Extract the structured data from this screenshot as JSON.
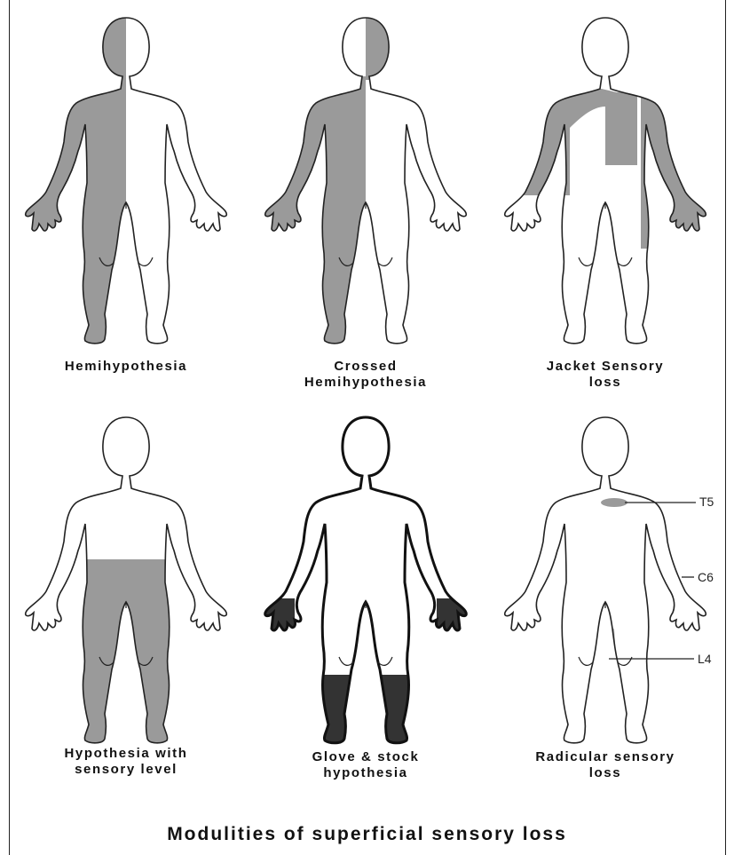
{
  "figure": {
    "title": "Modulities of superficial sensory loss",
    "panels": [
      {
        "caption": [
          "Hemihypothesia"
        ]
      },
      {
        "caption": [
          "Crossed",
          "Hemihypothesia"
        ]
      },
      {
        "caption": [
          "Jacket Sensory",
          "loss"
        ]
      },
      {
        "caption": [
          "Hypothesia with",
          "sensory level"
        ]
      },
      {
        "caption": [
          "Glove & stock",
          "hypothesia"
        ]
      },
      {
        "caption": [
          "Radicular sensory",
          "loss"
        ],
        "labels": [
          "T5",
          "C6",
          "L4"
        ]
      }
    ]
  },
  "colors": {
    "gray_fill": "#9a9a9a",
    "dark_fill": "#333333",
    "outline": "#222222"
  }
}
